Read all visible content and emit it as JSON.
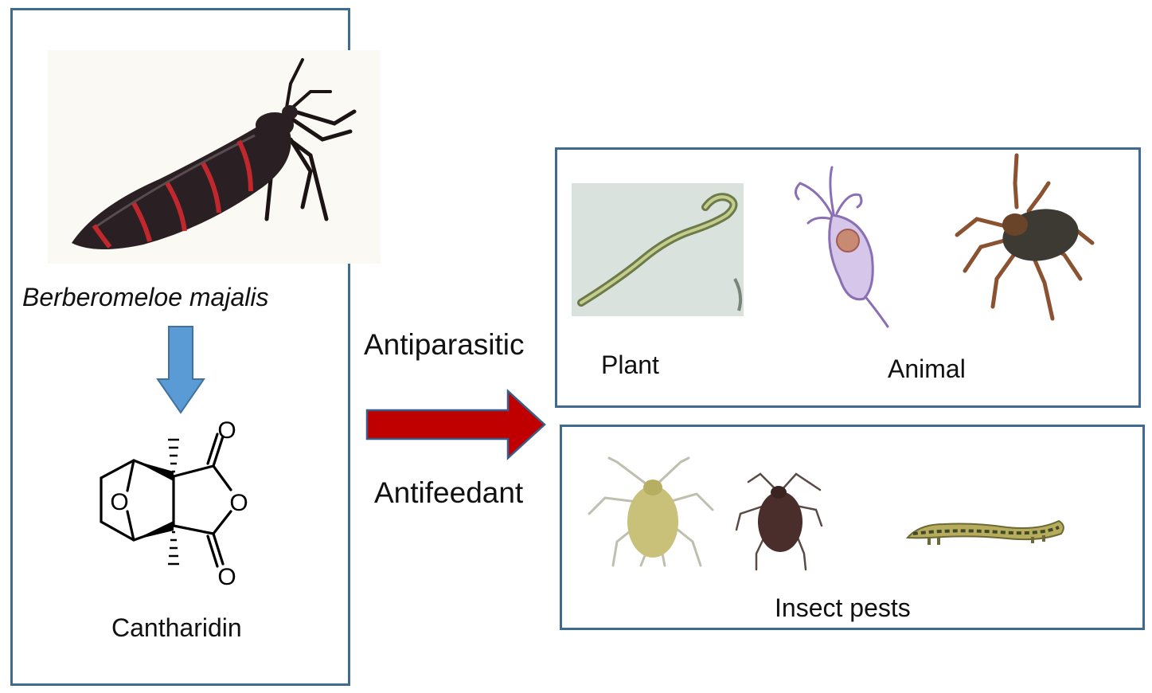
{
  "left_panel": {
    "species": "Berberomeloe majalis",
    "compound": "Cantharidin",
    "beetle_icon": "oil-beetle-illustration",
    "molecule_icon": "cantharidin-structure",
    "atom_labels": {
      "o_top": "O",
      "o_ring": "O",
      "o_bottom": "O",
      "o_bridge": "O"
    }
  },
  "middle": {
    "label_top": "Antiparasitic",
    "label_bottom": "Antifeedant",
    "arrow_down_color": "#5b9bd5",
    "arrow_right_color": "#c00000"
  },
  "right_top_panel": {
    "label_plant": "Plant",
    "label_animal": "Animal",
    "icons": [
      "nematode-photo",
      "protozoan-illustration",
      "tick-photo"
    ]
  },
  "right_bottom_panel": {
    "label": "Insect pests",
    "icons": [
      "green-aphid-photo",
      "dark-aphid-photo",
      "caterpillar-photo"
    ]
  }
}
